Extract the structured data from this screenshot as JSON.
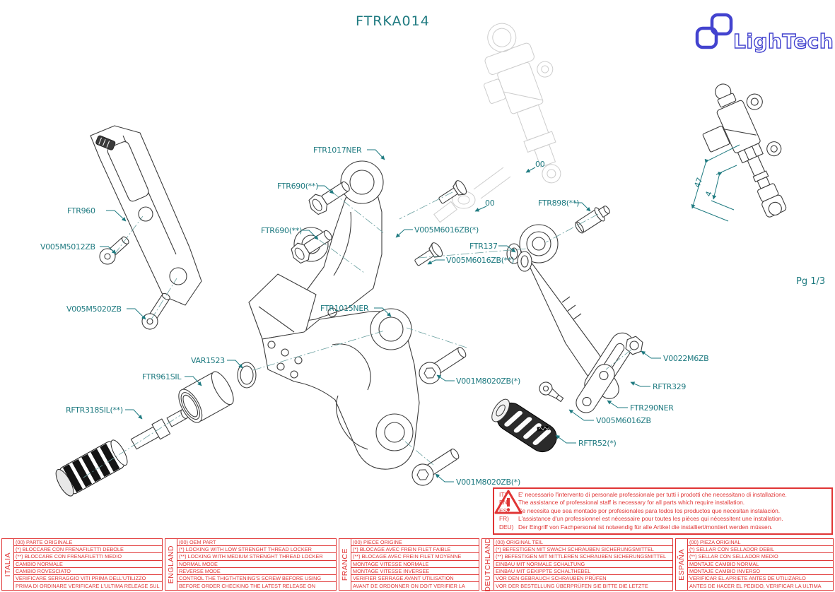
{
  "title": "FTRKA014",
  "page": "Pg 1/3",
  "brand": {
    "name": "LighTech"
  },
  "colors": {
    "accent_teal": "#1e7a80",
    "warning_red": "#e03535",
    "logo_blue": "#4343cf"
  },
  "diagram": {
    "oem_refs": [
      "00",
      "00"
    ],
    "dims": [
      "47",
      "4"
    ],
    "parts": [
      "FTR960",
      "V005M5012ZB",
      "V005M5020ZB",
      "FTR1017NER",
      "FTR690(**)",
      "FTR690(**)",
      "V005M6016ZB(*)",
      "FTR137",
      "V005M6016ZB(**)",
      "FTR898(**)",
      "FTR1015NER",
      "V001M8020ZB(*)",
      "VAR1523",
      "FTR961SIL",
      "RFTR318SIL(**)",
      "V0022M6ZB",
      "RFTR329",
      "FTR290NER",
      "V005M6016ZB",
      "RFTR52(*)",
      "V001M8020ZB(*)"
    ]
  },
  "warning": {
    "rows": [
      {
        "prefix": "IT)",
        "text": "E' necessario l'intervento di personale professionale per tutti i prodotti che necessitano di installazione."
      },
      {
        "prefix": "EN)",
        "text": "The assistance of professional staff is necessary for all parts which require installation."
      },
      {
        "prefix": "ES)",
        "text": "Se necesita que sea montado por profesionales para todos los productos que necesitan instalación."
      },
      {
        "prefix": "FR)",
        "text": "L'assistance d'un professionnel est nécessaire pour toutes les pièces qui nécessitent une installation."
      },
      {
        "prefix": "DEU)",
        "text": "Der Eingriff von Fachpersonal ist notwendig  für alle Artikel die installiert/montiert werden müssen."
      }
    ]
  },
  "tables": [
    {
      "lang": "ITALIA",
      "rows": [
        "(00) PARTE ORIGINALE",
        "(*)   BLOCCARE CON FRENAFILETTI DEBOLE",
        "(**)  BLOCCARE CON FRENAFILETTI MEDIO",
        "CAMBIO NORMALE",
        "CAMBIO ROVESCIATO",
        "VERIFICARE SERRAGGIO VITI PRIMA DELL'UTILIZZO",
        "PRIMA DI ORDINARE VERIFICARE L'ULTIMA RELEASE SUL SITO"
      ]
    },
    {
      "lang": "ENGLAND",
      "rows": [
        "(00) OEM PART",
        "(*)   LOCKING WITH LOW STRENGHT THREAD LOCKER",
        "(**)  LOCKING WITH MEDIUM STRENGHT THREAD LOCKER",
        "NORMAL MODE",
        "REVERSE MODE",
        "CONTROL THE THIGTHTENING'S SCREW BEFORE USING",
        "BEFORE ORDER CHECKING THE LATEST RELEASE ON WEBSITE"
      ]
    },
    {
      "lang": "FRANCE",
      "rows": [
        "(00) PIECE ORIGINE",
        "(*)   BLOCAGE AVEC FREIN FILET FAIBLE",
        "(**)  BLOCAGE AVEC FREIN FILET MOYENNE",
        "MONTAGE VITESSE NORMALE",
        "MONTAGE VITESSE INVERSEE",
        "VERIFIER SERRAGE AVANT UTILISATION",
        "AVANT DE ORDONNER ON DOIT VERIFIER LA DERNIERE RELEASE SUR LE SITE INTERNET"
      ]
    },
    {
      "lang": "DEUTCHLAND",
      "rows": [
        "(00) ORIGINAL TEIL",
        "(*)   BEFESTIGEN MIT SWACH SCHRAUBEN SICHERUNGSMITTEL",
        "(**)  BEFESTIGEN MIT MITTLEREN SCHRAUBEN SICHERUNGSMITTEL",
        "EINBAU MIT NORMALE SCHALTUNG",
        "EINBAU MIT GEKIPPTE SCHALTHEBEL",
        "VOR DEN GEBRAUCH SCHRAUBEN PRÜFEN",
        "VOR DER BESTELLUNG ÜBERPRÜFEN SIE BITTE DIE LETZTE VERSION DIESER ARTIKEL AUF DER INTERNET SEITE VON LIGHTECH"
      ]
    },
    {
      "lang": "ESPAÑA",
      "rows": [
        "(00) PIEZA ORIGINAL",
        "(*)   SELLAR CON SELLADOR DEBIL",
        "(**)  SELLAR CON SELLADOR MEDIO",
        "MONTAJE CAMBIO NORMAL",
        "MONTAJE CAMBIO INVERSO",
        "VERIFICAR EL APRIETE ANTES DE UTILIZARLO",
        "ANTES DE HACER EL PEDIDO, VERIFICAR LA ULTIMA VERSION EN LA WEB LIGHTECH"
      ]
    }
  ]
}
